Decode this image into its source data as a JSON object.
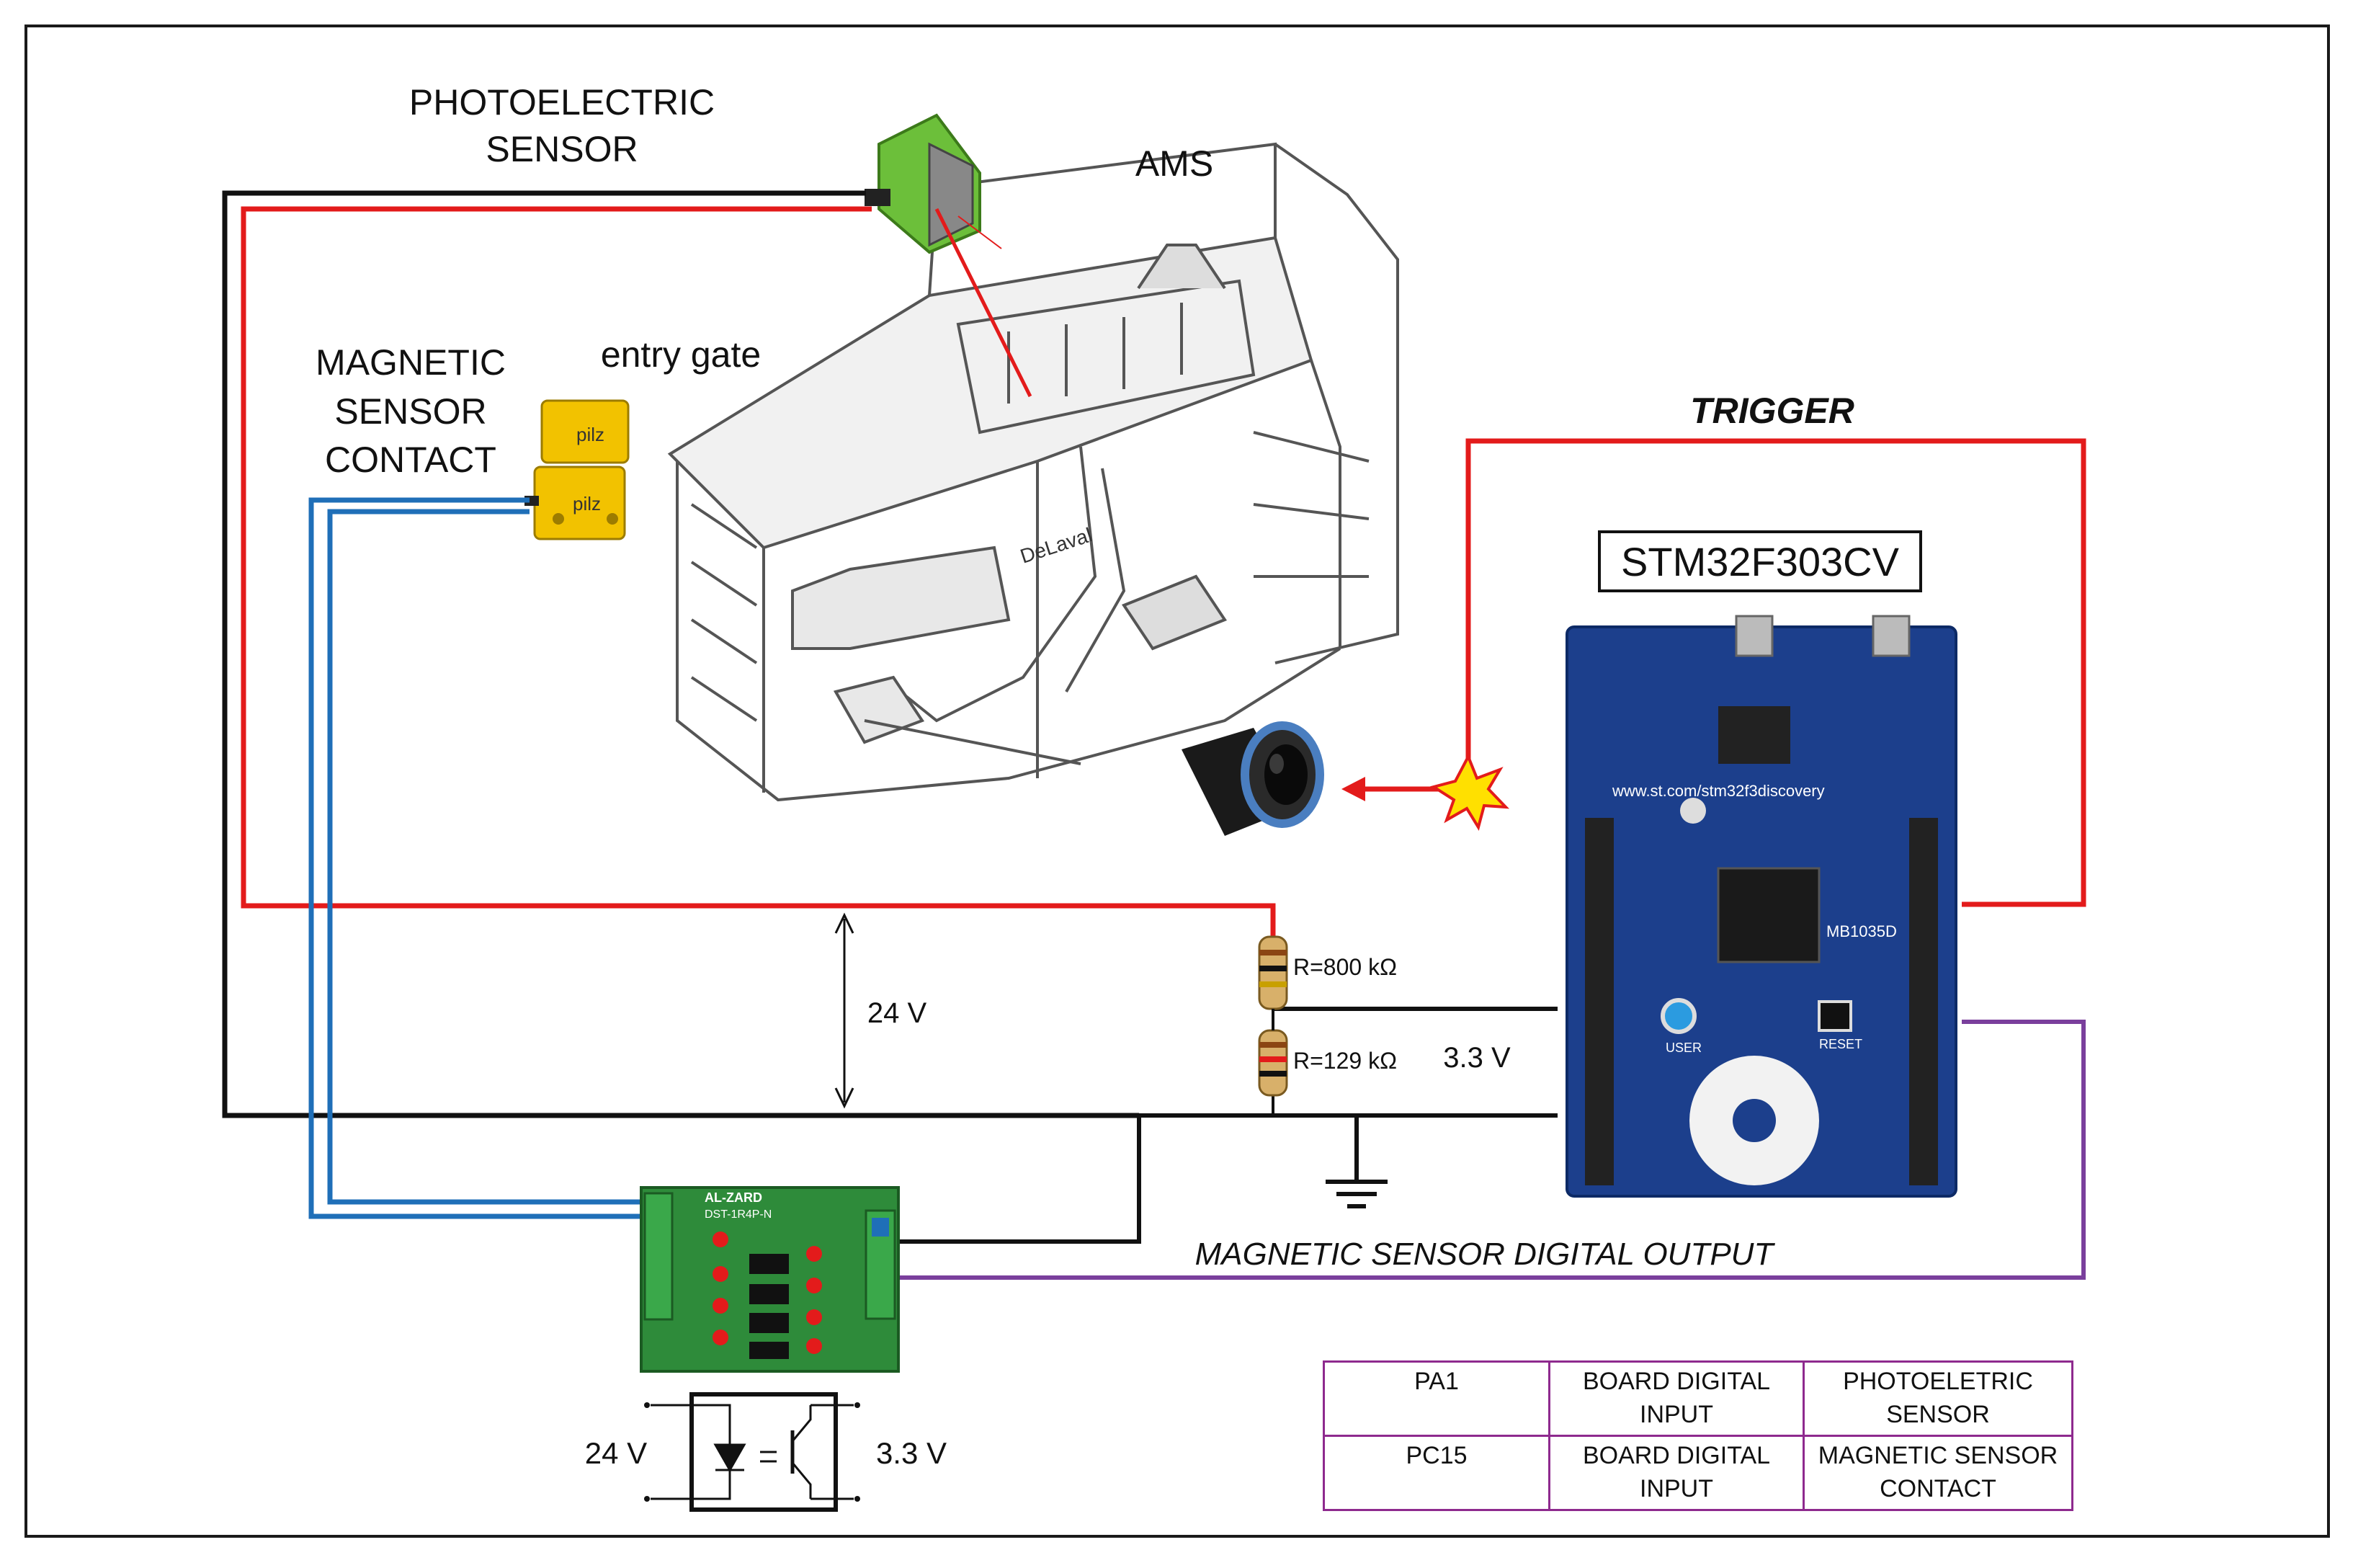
{
  "labels": {
    "photoelectric": "PHOTOELECTRIC\nSENSOR",
    "ams": "AMS",
    "entry_gate": "entry gate",
    "magnetic": "MAGNETIC\nSENSOR\nCONTACT",
    "trigger": "TRIGGER",
    "mcu": "STM32F303CV",
    "v24_bus": "24 V",
    "r1": "R=800 kΩ",
    "r2": "R=129 kΩ",
    "v33_div": "3.3 V",
    "mag_output": "MAGNETIC SENSOR DIGITAL OUTPUT",
    "opto_left": "24 V",
    "opto_right": "3.3 V",
    "relay_brand": "AL-ZARD",
    "relay_model": "DST-1R4P-N",
    "robot_brand": "DeLaval",
    "board_code": "MB1035D",
    "board_url": "www.st.com/stm32f3discovery",
    "board_user": "USER",
    "board_reset": "RESET",
    "pilz": "pilz"
  },
  "pin_table": [
    [
      "PA1",
      "BOARD DIGITAL\nINPUT",
      "PHOTOELETRIC\nSENSOR"
    ],
    [
      "PC15",
      "BOARD DIGITAL\nINPUT",
      "MAGNETIC SENSOR\nCONTACT"
    ]
  ],
  "colors": {
    "red_wire": "#e31b1b",
    "black_wire": "#111111",
    "blue_wire": "#1f6fb8",
    "purple_wire": "#7a3f9c",
    "board_blue": "#1c3f8c",
    "relay_green": "#2e8b3a",
    "sensor_green": "#6cbf3a",
    "pilz_yellow": "#f2c200"
  },
  "icons": [
    "photoelectric-sensor-icon",
    "magnetic-contact-icon",
    "milking-robot-icon",
    "thermal-camera-icon",
    "spark-icon",
    "ground-icon",
    "resistor-icon",
    "relay-board-icon",
    "optocoupler-icon",
    "stm32-board-icon"
  ]
}
